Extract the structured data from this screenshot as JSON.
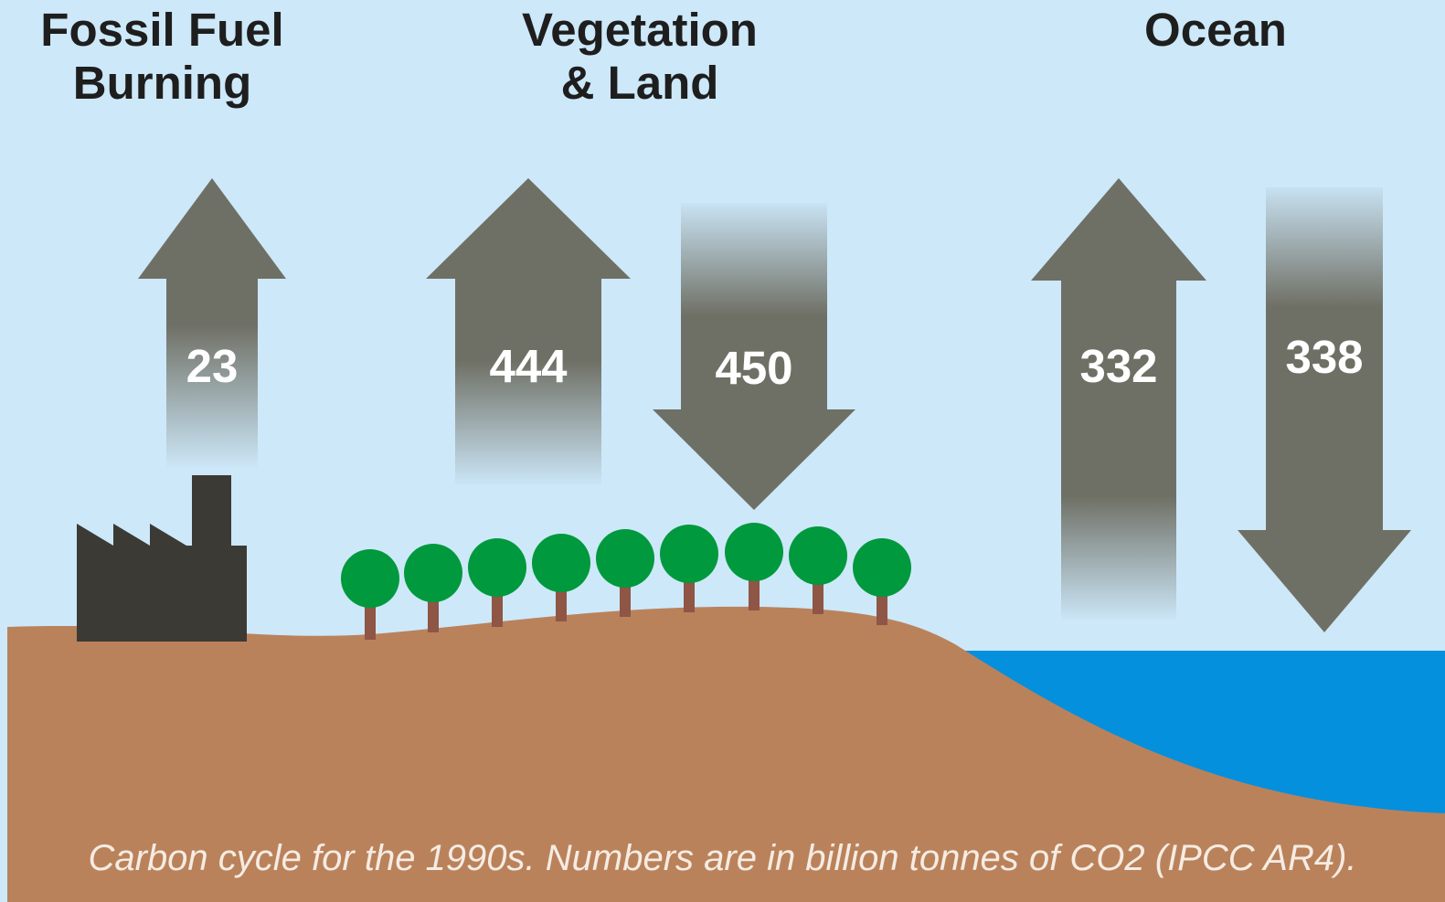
{
  "headings": {
    "fossil": [
      "Fossil Fuel",
      "Burning"
    ],
    "vegetation": [
      "Vegetation",
      "& Land"
    ],
    "ocean": [
      "Ocean"
    ]
  },
  "fluxes": {
    "fossil_up": "23",
    "vegetation_up": "444",
    "vegetation_down": "450",
    "ocean_up": "332",
    "ocean_down": "338"
  },
  "caption": "Carbon cycle for the 1990s. Numbers are in billion tonnes of CO2 (IPCC AR4).",
  "icons": [
    "factory-icon",
    "tree-icon"
  ],
  "colors": {
    "sky": "#cde8f9",
    "arrow": "#6f7065",
    "land": "#ba825b",
    "water": "#0490dd",
    "tree_canopy": "#00993d",
    "tree_trunk": "#8f5545",
    "factory": "#3c3a35"
  }
}
